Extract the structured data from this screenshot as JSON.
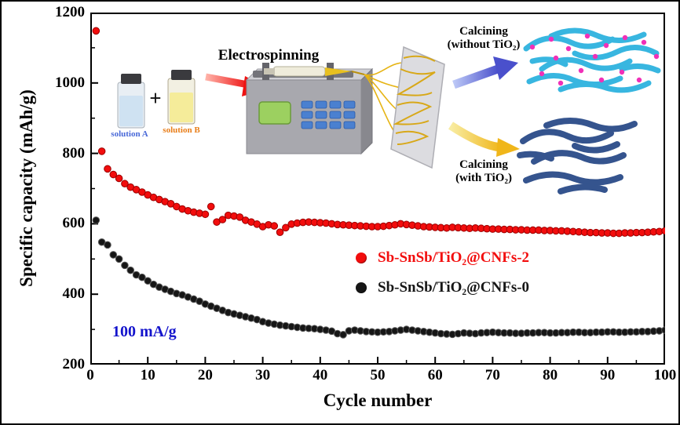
{
  "chart_data": {
    "type": "scatter",
    "xlabel": "Cycle number",
    "ylabel": "Specific capacity (mAh/g)",
    "xlim": [
      0,
      100
    ],
    "ylim": [
      200,
      1200
    ],
    "xticks": [
      0,
      10,
      20,
      30,
      40,
      50,
      60,
      70,
      80,
      90,
      100
    ],
    "yticks": [
      200,
      400,
      600,
      800,
      1000,
      1200
    ],
    "annotation": "100 mA/g",
    "annotation_color": "#1414cc",
    "legend_position": "center-right",
    "grid": false,
    "x": [
      1,
      2,
      3,
      4,
      5,
      6,
      7,
      8,
      9,
      10,
      11,
      12,
      13,
      14,
      15,
      16,
      17,
      18,
      19,
      20,
      21,
      22,
      23,
      24,
      25,
      26,
      27,
      28,
      29,
      30,
      31,
      32,
      33,
      34,
      35,
      36,
      37,
      38,
      39,
      40,
      41,
      42,
      43,
      44,
      45,
      46,
      47,
      48,
      49,
      50,
      51,
      52,
      53,
      54,
      55,
      56,
      57,
      58,
      59,
      60,
      61,
      62,
      63,
      64,
      65,
      66,
      67,
      68,
      69,
      70,
      71,
      72,
      73,
      74,
      75,
      76,
      77,
      78,
      79,
      80,
      81,
      82,
      83,
      84,
      85,
      86,
      87,
      88,
      89,
      90,
      91,
      92,
      93,
      94,
      95,
      96,
      97,
      98,
      99,
      100
    ],
    "series": [
      {
        "name": "Sb-SnSb/TiO₂@CNFs-2",
        "color": "#f20d0d",
        "edge": "#9b0000",
        "values": [
          1148,
          806,
          756,
          740,
          729,
          714,
          704,
          697,
          690,
          682,
          675,
          669,
          663,
          657,
          649,
          642,
          637,
          633,
          630,
          627,
          649,
          605,
          612,
          624,
          622,
          619,
          610,
          605,
          599,
          592,
          597,
          594,
          576,
          589,
          599,
          602,
          604,
          605,
          604,
          603,
          602,
          600,
          598,
          597,
          596,
          595,
          594,
          593,
          592,
          592,
          593,
          595,
          597,
          600,
          598,
          596,
          594,
          592,
          591,
          590,
          589,
          588,
          590,
          589,
          588,
          587,
          588,
          587,
          586,
          585,
          585,
          584,
          584,
          583,
          583,
          582,
          582,
          582,
          581,
          581,
          580,
          580,
          579,
          578,
          577,
          576,
          575,
          575,
          574,
          574,
          573,
          573,
          574,
          574,
          575,
          575,
          576,
          577,
          578,
          580
        ]
      },
      {
        "name": "Sb-SnSb/TiO₂@CNFs-0",
        "color": "#161616",
        "edge": "#5a5a5a",
        "values": [
          610,
          548,
          540,
          512,
          500,
          482,
          468,
          455,
          448,
          438,
          428,
          420,
          414,
          408,
          402,
          398,
          392,
          386,
          380,
          372,
          366,
          360,
          354,
          348,
          344,
          340,
          336,
          332,
          328,
          322,
          318,
          315,
          312,
          310,
          308,
          306,
          304,
          303,
          302,
          300,
          298,
          295,
          288,
          285,
          296,
          298,
          296,
          294,
          293,
          292,
          293,
          294,
          296,
          298,
          300,
          298,
          296,
          294,
          292,
          290,
          288,
          287,
          286,
          288,
          290,
          289,
          288,
          290,
          291,
          292,
          291,
          290,
          290,
          289,
          289,
          290,
          290,
          291,
          291,
          290,
          290,
          291,
          291,
          292,
          292,
          291,
          291,
          292,
          292,
          293,
          293,
          292,
          292,
          293,
          293,
          294,
          294,
          295,
          296,
          298
        ]
      }
    ],
    "legend": [
      {
        "label": "Sb-SnSb/TiO₂@CNFs-2",
        "color": "#f20d0d"
      },
      {
        "label": "Sb-SnSb/TiO₂@CNFs-0",
        "color": "#161616"
      }
    ]
  },
  "inset": {
    "solution_a": "solution A",
    "plus": "+",
    "solution_b": "solution B",
    "electrospinning": "Electrospinning",
    "calcining_top_line1": "Calcining",
    "calcining_top_line2": "(without TiO₂)",
    "calcining_bottom_line1": "Calcining",
    "calcining_bottom_line2": "(with TiO₂)"
  }
}
